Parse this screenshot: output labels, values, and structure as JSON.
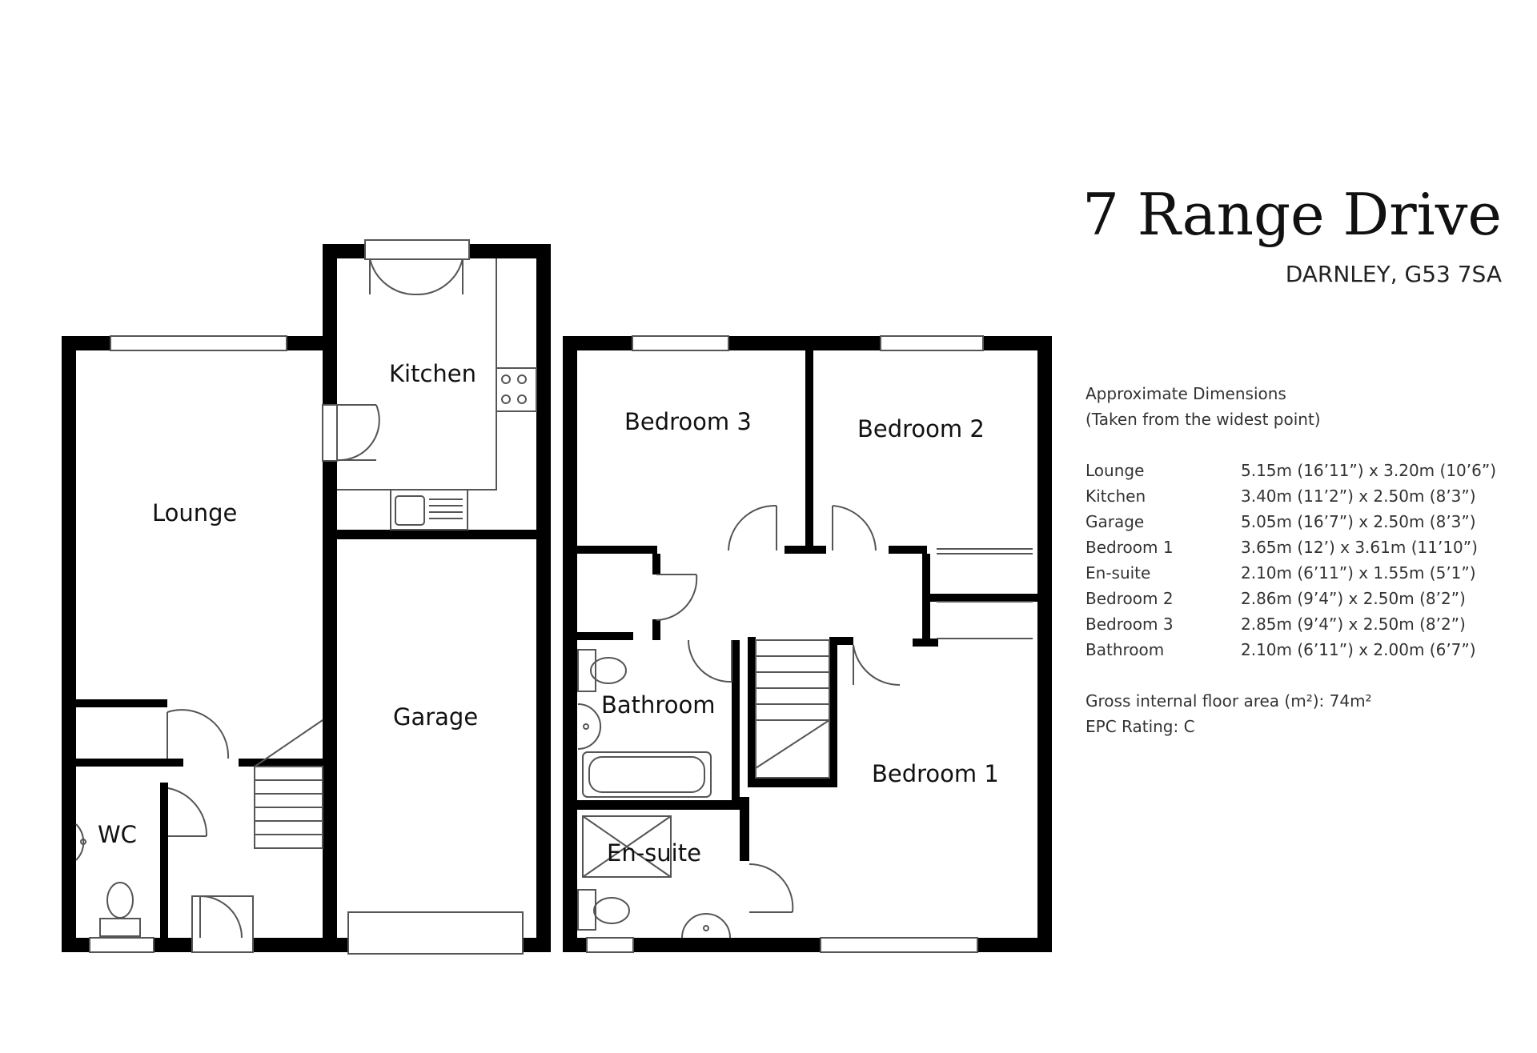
{
  "property": {
    "name": "7 Range Drive",
    "location": "DARNLEY, G53 7SA"
  },
  "rooms": {
    "lounge": "Lounge",
    "kitchen": "Kitchen",
    "garage": "Garage",
    "wc": "WC",
    "bedroom3": "Bedroom 3",
    "bedroom2": "Bedroom 2",
    "bedroom1": "Bedroom 1",
    "bathroom": "Bathroom",
    "ensuite": "En-suite"
  },
  "dimensions": {
    "heading": "Approximate Dimensions",
    "subheading": "(Taken from the widest point)",
    "rows": [
      {
        "room": "Lounge",
        "size": "5.15m (16’11”) x 3.20m (10’6”)"
      },
      {
        "room": "Kitchen",
        "size": "3.40m (11’2”) x 2.50m (8’3”)"
      },
      {
        "room": "Garage",
        "size": "5.05m (16’7”) x 2.50m (8’3”)"
      },
      {
        "room": "Bedroom 1",
        "size": "3.65m (12’) x 3.61m (11’10”)"
      },
      {
        "room": "En-suite",
        "size": "2.10m (6’11”) x 1.55m (5’1”)"
      },
      {
        "room": "Bedroom 2",
        "size": "2.86m (9’4”) x 2.50m (8’2”)"
      },
      {
        "room": "Bedroom 3",
        "size": "2.85m (9’4”) x 2.50m (8’2”)"
      },
      {
        "room": "Bathroom",
        "size": "2.10m (6’11”) x 2.00m (6’7”)"
      }
    ],
    "floor_area": "Gross internal floor area (m²): 74m²",
    "epc": "EPC Rating: C"
  },
  "colors": {
    "wall": "#000000",
    "line": "#555555",
    "text": "#111111"
  }
}
